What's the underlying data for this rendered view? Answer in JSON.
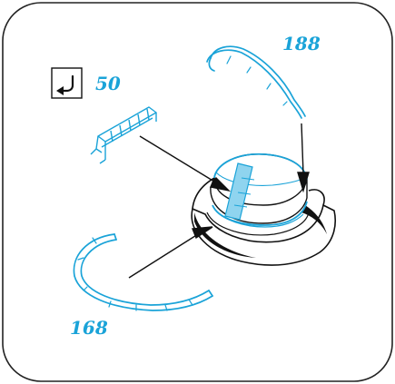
{
  "diagram": {
    "part_numbers": {
      "top_right": "188",
      "step_ref": "50",
      "bottom_left": "168"
    },
    "step_ref_icon": "turn-return-arrow-icon",
    "colors": {
      "part_blue": "#1aa3d8",
      "part_blue_fill": "#8fd4ef",
      "line_black": "#111111",
      "frame": "#222222"
    }
  }
}
